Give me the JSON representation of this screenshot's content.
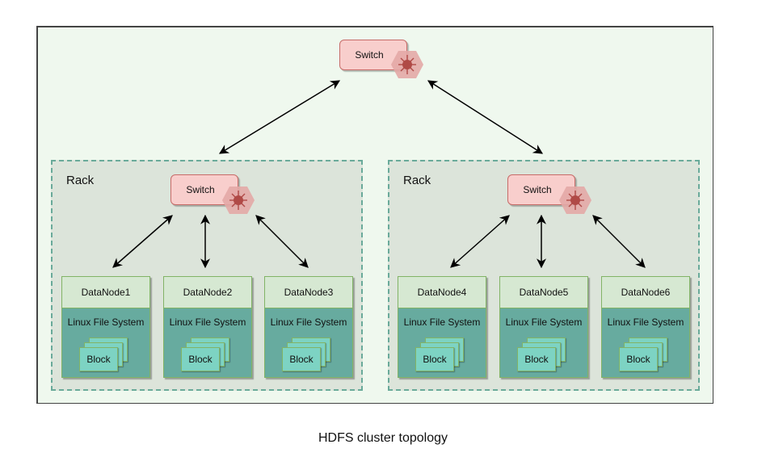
{
  "caption": "HDFS cluster topology",
  "colors": {
    "outer_background": "#eff8ee",
    "rack_background": "#dce4da",
    "rack_border": "#6aaa9a",
    "switch_fill": "#f8cecc",
    "switch_border": "#c76b68",
    "switch_icon": "#a84444",
    "node_header": "#d6e8d2",
    "node_body": "#67ab9f",
    "block_fill": "#7dd3c3"
  },
  "core_switch": {
    "label": "Switch",
    "icon": "switch-hub-icon"
  },
  "racks": [
    {
      "label": "Rack",
      "switch": {
        "label": "Switch",
        "icon": "switch-hub-icon"
      },
      "nodes": [
        {
          "name": "DataNode1",
          "filesystem": "Linux File System",
          "block": "Block"
        },
        {
          "name": "DataNode2",
          "filesystem": "Linux File System",
          "block": "Block"
        },
        {
          "name": "DataNode3",
          "filesystem": "Linux File System",
          "block": "Block"
        }
      ]
    },
    {
      "label": "Rack",
      "switch": {
        "label": "Switch",
        "icon": "switch-hub-icon"
      },
      "nodes": [
        {
          "name": "DataNode4",
          "filesystem": "Linux File System",
          "block": "Block"
        },
        {
          "name": "DataNode5",
          "filesystem": "Linux File System",
          "block": "Block"
        },
        {
          "name": "DataNode6",
          "filesystem": "Linux File System",
          "block": "Block"
        }
      ]
    }
  ],
  "connections": [
    {
      "from": "core-switch",
      "to": "rack1-switch",
      "type": "bidirectional"
    },
    {
      "from": "core-switch",
      "to": "rack2-switch",
      "type": "bidirectional"
    },
    {
      "from": "rack1-switch",
      "to": "DataNode1",
      "type": "bidirectional"
    },
    {
      "from": "rack1-switch",
      "to": "DataNode2",
      "type": "bidirectional"
    },
    {
      "from": "rack1-switch",
      "to": "DataNode3",
      "type": "bidirectional"
    },
    {
      "from": "rack2-switch",
      "to": "DataNode4",
      "type": "bidirectional"
    },
    {
      "from": "rack2-switch",
      "to": "DataNode5",
      "type": "bidirectional"
    },
    {
      "from": "rack2-switch",
      "to": "DataNode6",
      "type": "bidirectional"
    }
  ]
}
